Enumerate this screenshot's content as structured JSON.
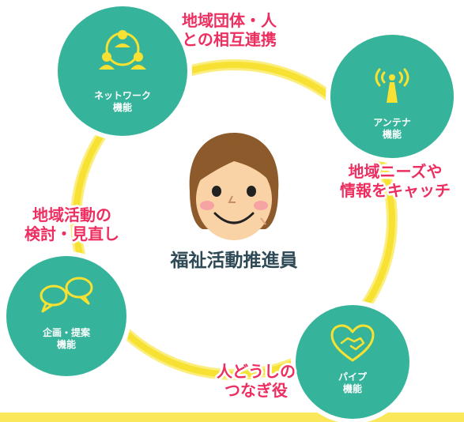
{
  "center": {
    "title": "福祉活動推進員"
  },
  "nodes": {
    "network": {
      "line1": "ネットワーク",
      "line2": "機能",
      "icon": "people-network-icon"
    },
    "antenna": {
      "line1": "アンテナ",
      "line2": "機能",
      "icon": "antenna-icon"
    },
    "planning": {
      "line1": "企画・提案",
      "line2": "機能",
      "icon": "speech-bubbles-icon"
    },
    "pipe": {
      "line1": "パイプ",
      "line2": "機能",
      "icon": "heart-handshake-icon"
    }
  },
  "captions": {
    "top": {
      "line1": "地域団体・人",
      "line2": "との相互連携"
    },
    "right": {
      "line1": "地域ニーズや",
      "line2": "情報をキャッチ"
    },
    "left": {
      "line1": "地域活動の",
      "line2": "検討・見直し"
    },
    "bottom": {
      "line1": "人どうしの",
      "line2": "つなぎ役"
    }
  },
  "colors": {
    "ring": "#f7e133",
    "node": "#35b49b",
    "caption": "#ec2f60",
    "title": "#2f4a56",
    "accent_band": "#fbe75a"
  }
}
